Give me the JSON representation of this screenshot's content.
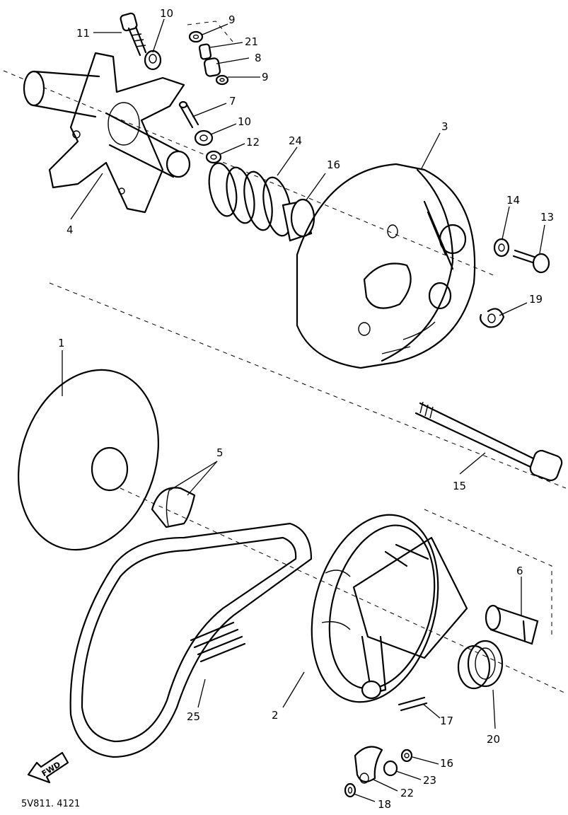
{
  "labels": {
    "p1": "1",
    "p2": "2",
    "p3": "3",
    "p4": "4",
    "p5": "5",
    "p6": "6",
    "p7": "7",
    "p8": "8",
    "p9a": "9",
    "p9b": "9",
    "p10a": "10",
    "p10b": "10",
    "p11": "11",
    "p12": "12",
    "p13": "13",
    "p14": "14",
    "p15": "15",
    "p16a": "16",
    "p16b": "16",
    "p17": "17",
    "p18": "18",
    "p19": "19",
    "p20": "20",
    "p21": "21",
    "p22": "22",
    "p23": "23",
    "p24": "24",
    "p25": "25"
  },
  "fwd_label": "FWD",
  "code": "5V811. 4121"
}
